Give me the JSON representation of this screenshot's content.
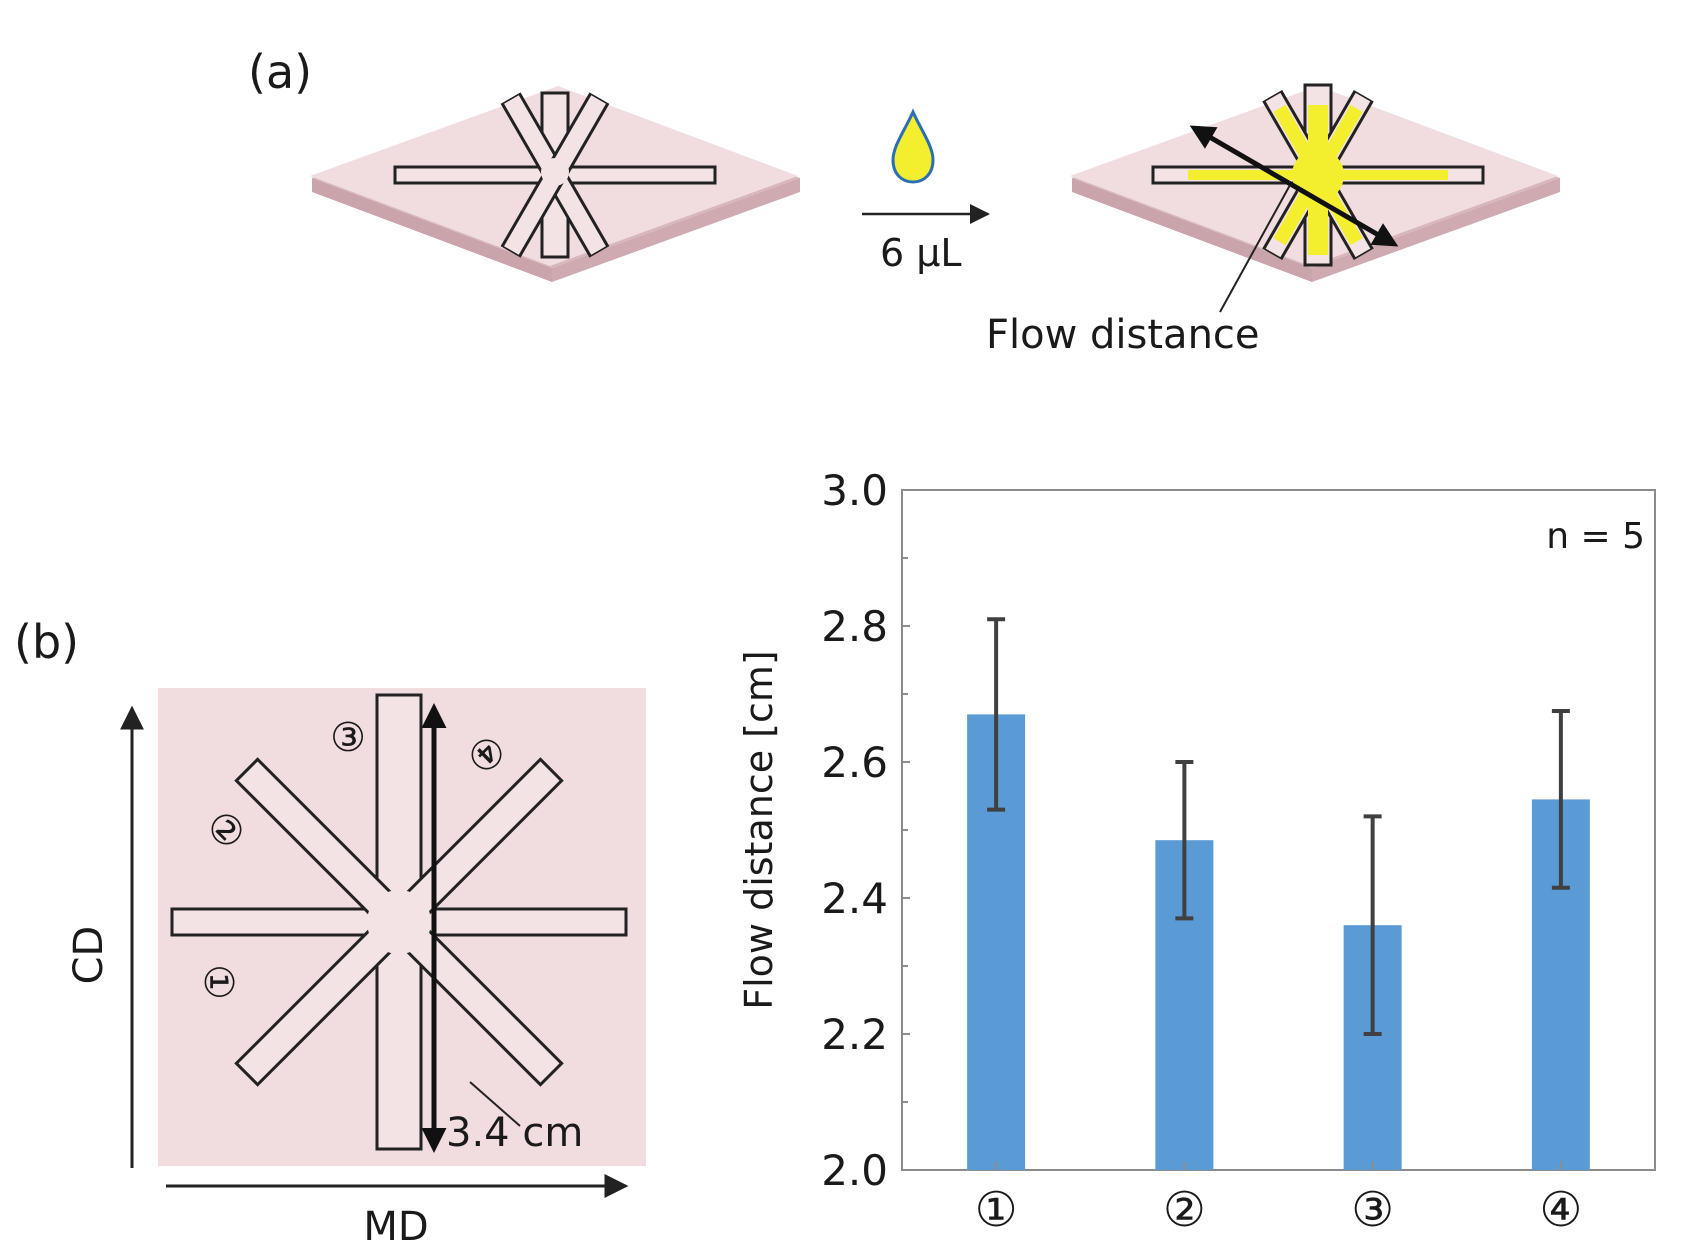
{
  "panel_a": {
    "label": "(a)",
    "volume_label": "6 μL",
    "flow_label": "Flow distance"
  },
  "panel_b": {
    "label": "(b)",
    "cd_label": "CD",
    "md_label": "MD",
    "length_label": "3.4 cm",
    "channel_numbers": [
      "①",
      "②",
      "③",
      "④"
    ]
  },
  "colors": {
    "paper": "#f1dcdf",
    "fluid": "#f3ef2e",
    "bar": "#5b9bd5",
    "error": "#404040"
  },
  "chart_data": {
    "type": "bar",
    "categories": [
      "①",
      "②",
      "③",
      "④"
    ],
    "values": [
      2.67,
      2.485,
      2.36,
      2.545
    ],
    "errors": [
      0.14,
      0.115,
      0.16,
      0.13
    ],
    "ylabel": "Flow distance [cm]",
    "ylim": [
      2.0,
      3.0
    ],
    "yticks": [
      "2.0",
      "2.2",
      "2.4",
      "2.6",
      "2.8",
      "3.0"
    ],
    "annotation": "n = 5",
    "grid": false
  }
}
